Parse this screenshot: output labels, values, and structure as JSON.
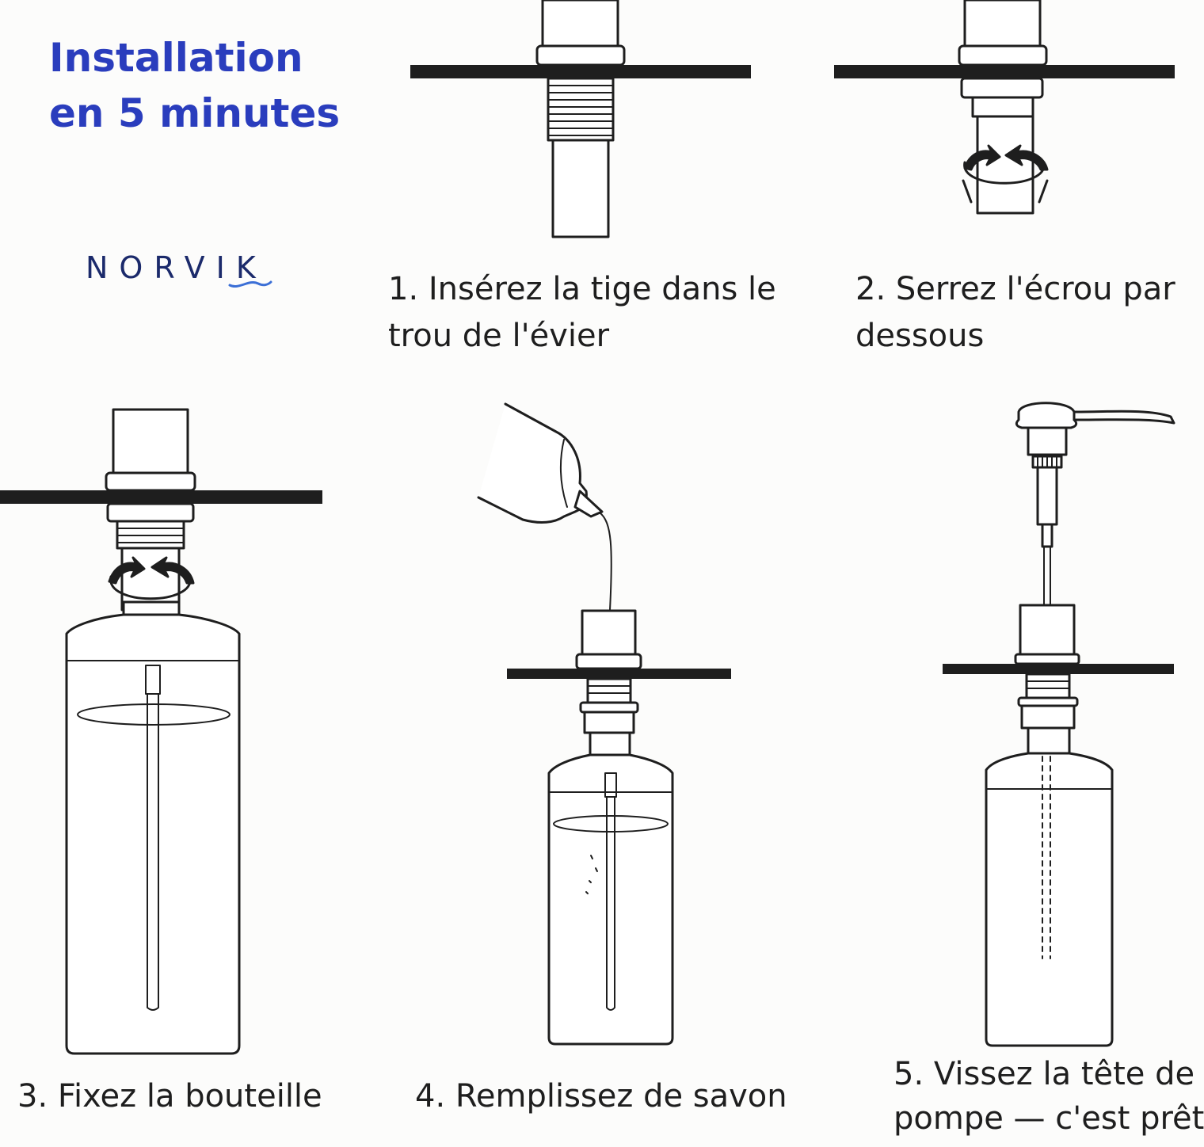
{
  "header": {
    "title_line1": "Installation",
    "title_line2": "en 5 minutes",
    "brand": "NORVIK"
  },
  "steps": [
    {
      "line1": "1. Insérez la tige dans le",
      "line2": "trou de l'évier"
    },
    {
      "line1": "2. Serrez l'écrou par",
      "line2": "dessous"
    },
    {
      "line1": "3. Fixez la bouteille",
      "line2": ""
    },
    {
      "line1": "4. Remplissez de savon",
      "line2": ""
    },
    {
      "line1": "5. Vissez la tête de",
      "line2": "pompe — c'est prêt"
    }
  ],
  "colors": {
    "title": "#2a3dbd",
    "brand": "#1b2a6b",
    "brand_wave": "#3b6fd6",
    "ink": "#1e1e1e"
  }
}
